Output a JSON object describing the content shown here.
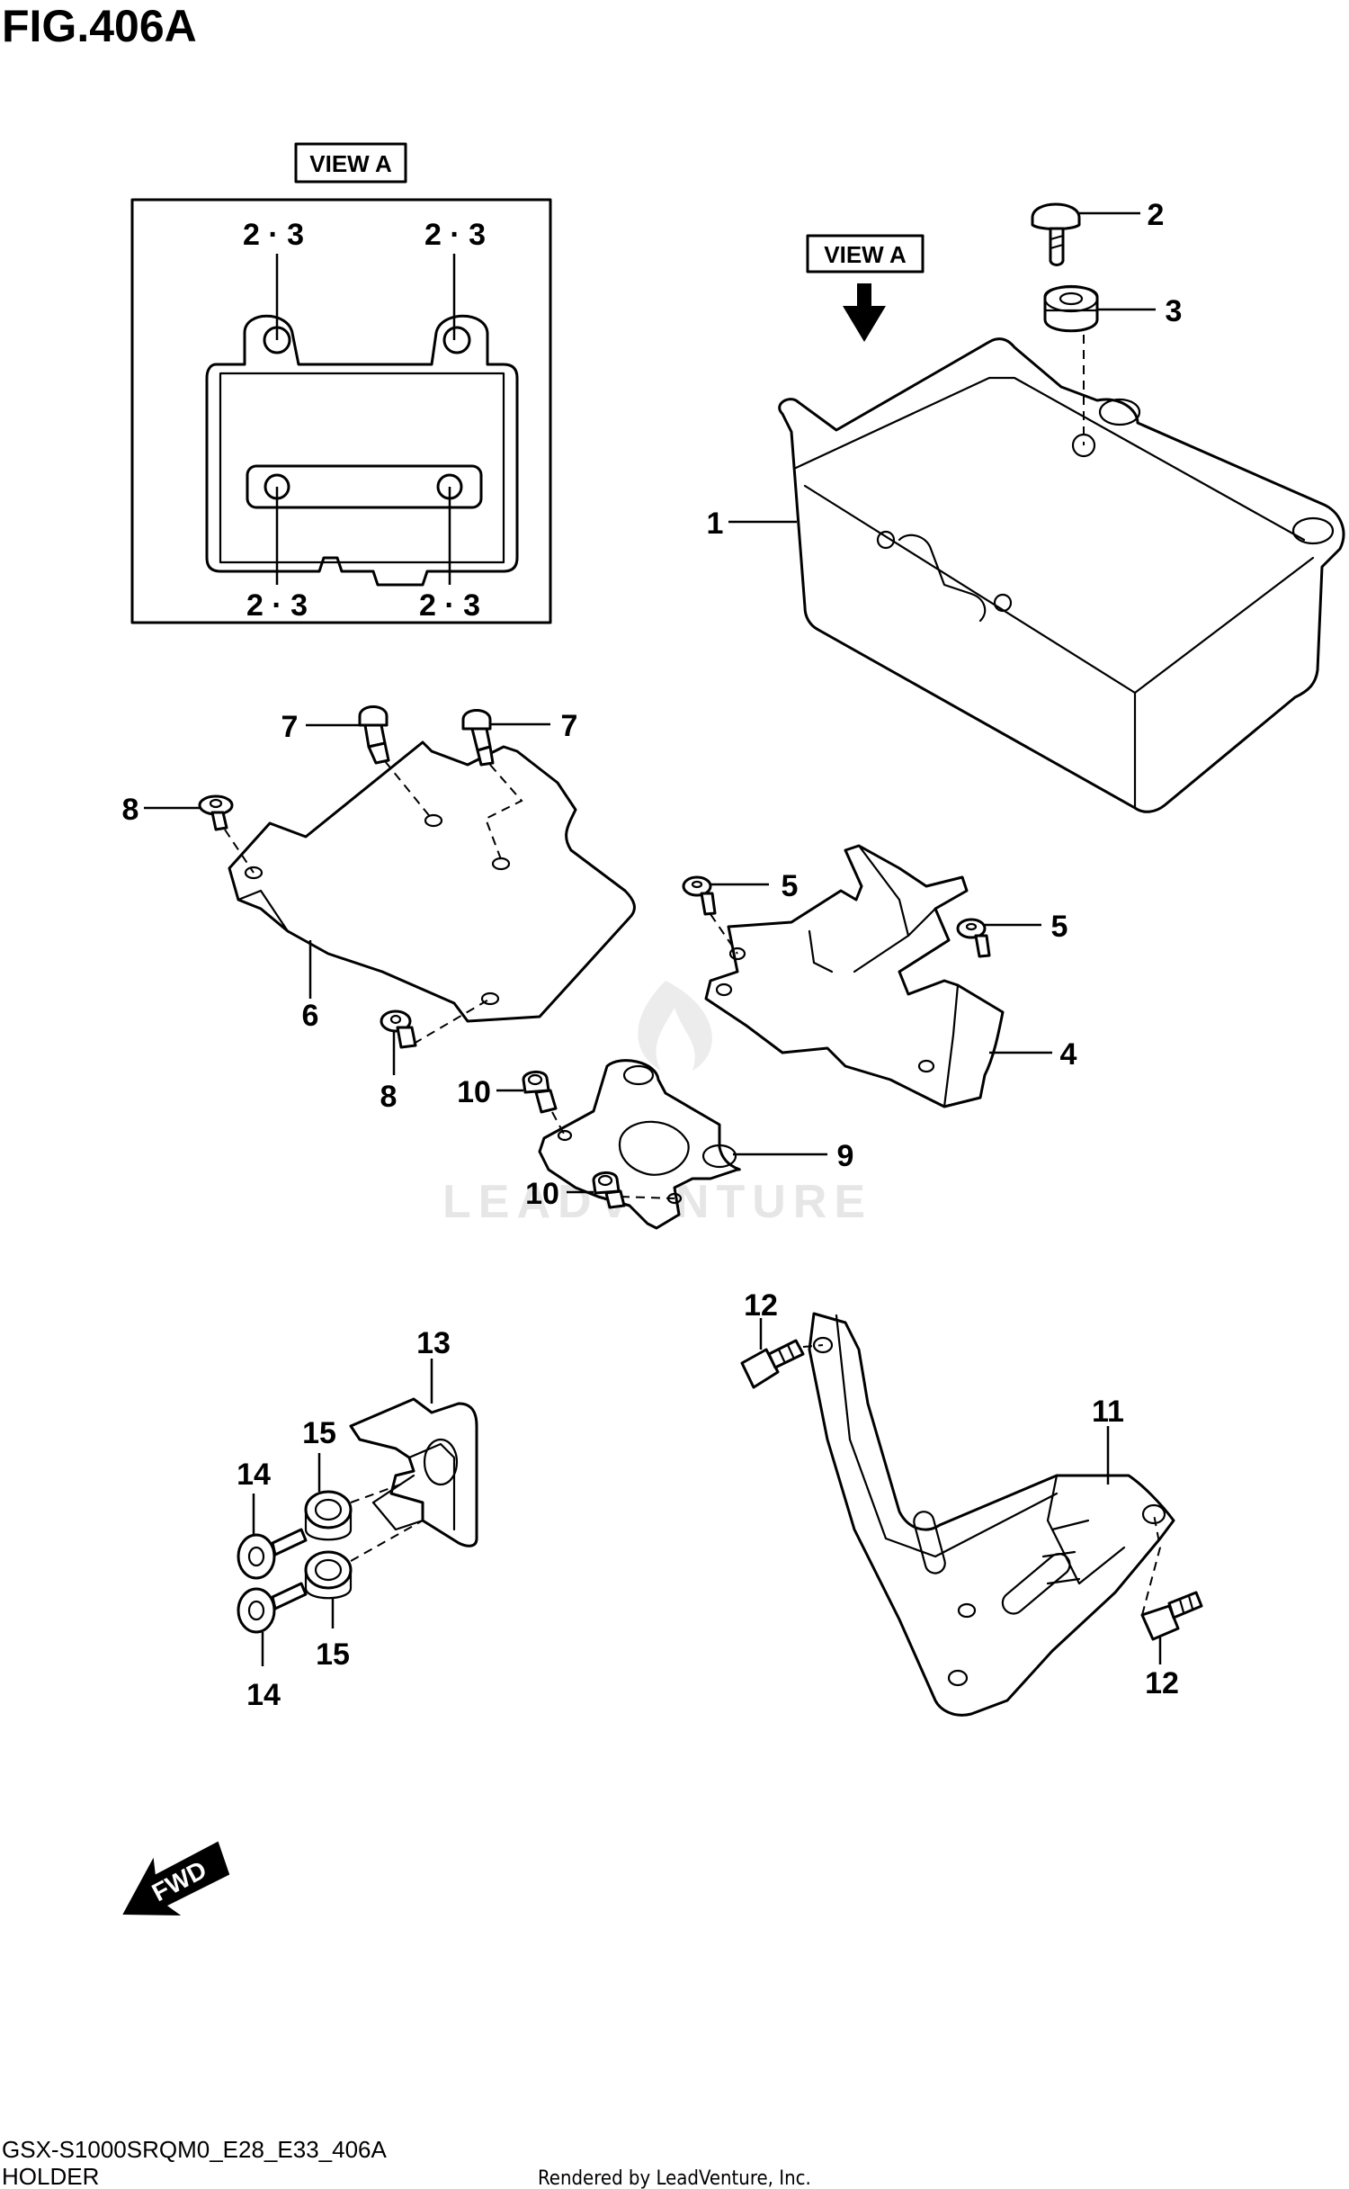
{
  "figure": {
    "title": "FIG.406A",
    "code": "GSX-S1000SRQM0_E28_E33_406A",
    "name": "HOLDER",
    "rendered_by": "Rendered by LeadVenture, Inc.",
    "watermark": "LEADVENTURE"
  },
  "view_a": {
    "label": "VIEW A",
    "callouts": [
      "2 · 3",
      "2 · 3",
      "2 · 3",
      "2 · 3"
    ]
  },
  "direction": {
    "label": "FWD"
  },
  "callouts": {
    "c1": "1",
    "c2": "2",
    "c3": "3",
    "c4": "4",
    "c5a": "5",
    "c5b": "5",
    "c6": "6",
    "c7a": "7",
    "c7b": "7",
    "c8a": "8",
    "c8b": "8",
    "c9": "9",
    "c10a": "10",
    "c10b": "10",
    "c11": "11",
    "c12a": "12",
    "c12b": "12",
    "c13": "13",
    "c14a": "14",
    "c14b": "14",
    "c15a": "15",
    "c15b": "15"
  }
}
